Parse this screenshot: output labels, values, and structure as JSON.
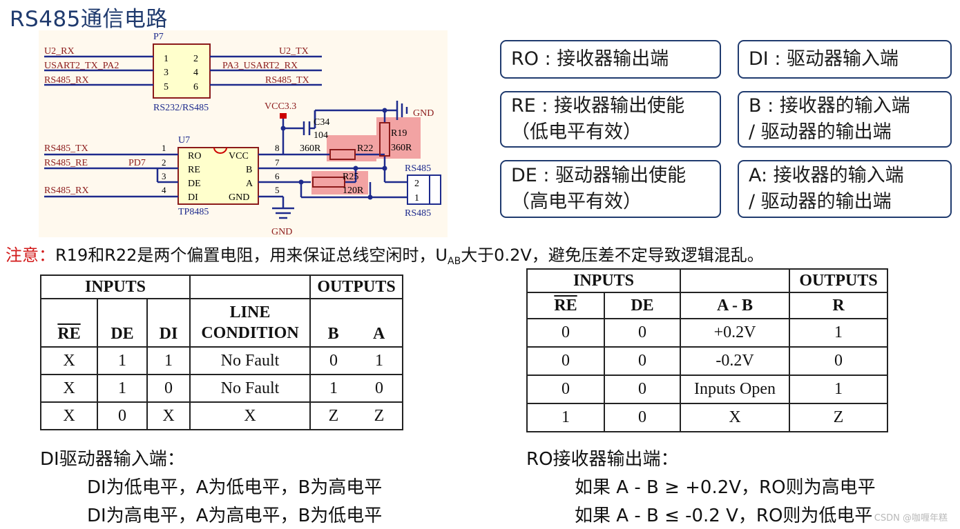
{
  "title": "RS485通信电路",
  "schematic": {
    "p7": {
      "ref": "P7",
      "name": "RS232/RS485",
      "pins": [
        "1",
        "2",
        "3",
        "4",
        "5",
        "6"
      ],
      "left_nets": [
        "U2_RX",
        "USART2_TX_PA2",
        "RS485_RX"
      ],
      "right_nets": [
        "U2_TX",
        "PA3_USART2_RX",
        "RS485_TX"
      ]
    },
    "u7": {
      "ref": "U7",
      "part": "TP8485",
      "left_pins": [
        "RO",
        "RE",
        "DE",
        "DI"
      ],
      "right_pins": [
        "VCC",
        "B",
        "A",
        "GND"
      ],
      "left_pin_nums": [
        "1",
        "2",
        "3",
        "4"
      ],
      "right_pin_nums": [
        "8",
        "7",
        "6",
        "5"
      ]
    },
    "nets": {
      "rs485_tx": "RS485_TX",
      "rs485_re": "RS485_RE",
      "pd7": "PD7",
      "rs485_rx": "RS485_RX",
      "vcc": "VCC3.3",
      "gnd": "GND"
    },
    "c34": {
      "ref": "C34",
      "value": "104"
    },
    "r22": {
      "ref": "R22",
      "value": "360R"
    },
    "r19": {
      "ref": "R19",
      "value": "360R"
    },
    "r25": {
      "ref": "R25",
      "value": "120R"
    },
    "connector": {
      "ref": "RS485",
      "name": "RS485",
      "pins": [
        "2",
        "1"
      ]
    }
  },
  "pin_boxes": {
    "ro": [
      "RO : 接收器输出端"
    ],
    "di": [
      "DI : 驱动器输入端"
    ],
    "re": [
      "RE : 接收器输出使能",
      "（低电平有效）"
    ],
    "b": [
      "B : 接收器的输入端",
      "/ 驱动器的输出端"
    ],
    "de": [
      "DE : 驱动器输出使能",
      "（高电平有效）"
    ],
    "a": [
      "A: 接收器的输入端",
      "/ 驱动器的输出端"
    ]
  },
  "note": {
    "label": "注意：",
    "text_before": "R19和R22是两个偏置电阻，用来保证总线空闲时，U",
    "sub": "AB",
    "text_after": "大于0.2V，避免压差不定导致逻辑混乱。"
  },
  "driver_table": {
    "inputs_header": "INPUTS",
    "outputs_header": "OUTPUTS",
    "col_re": "RE",
    "col_de": "DE",
    "col_di": "DI",
    "col_line_1": "LINE",
    "col_line_2": "CONDITION",
    "col_b": "B",
    "col_a": "A",
    "rows": [
      [
        "X",
        "1",
        "1",
        "No Fault",
        "0",
        "1"
      ],
      [
        "X",
        "1",
        "0",
        "No Fault",
        "1",
        "0"
      ],
      [
        "X",
        "0",
        "X",
        "X",
        "Z",
        "Z"
      ]
    ]
  },
  "receiver_table": {
    "inputs_header": "INPUTS",
    "outputs_header": "OUTPUTS",
    "col_re": "RE",
    "col_de": "DE",
    "col_ab": "A - B",
    "col_r": "R",
    "rows": [
      [
        "0",
        "0",
        "+0.2V",
        "1"
      ],
      [
        "0",
        "0",
        "-0.2V",
        "0"
      ],
      [
        "0",
        "0",
        "Inputs Open",
        "1"
      ],
      [
        "1",
        "0",
        "X",
        "Z"
      ]
    ]
  },
  "di_explain": {
    "heading": "DI驱动器输入端：",
    "line1": "DI为低电平，A为低电平，B为高电平",
    "line2": "DI为高电平，A为高电平，B为低电平"
  },
  "ro_explain": {
    "heading": "RO接收器输出端：",
    "line1": "如果 A - B ≥ +0.2V，RO则为高电平",
    "line2": "如果 A - B ≤ -0.2  V，RO则为低电平"
  },
  "watermark": "CSDN @咖喱年糕",
  "colors": {
    "wire": "#1d2a8c",
    "net": "#8b1a1a",
    "highlight": "#f2a3a3",
    "box_border": "#1f3a6e",
    "note_red": "#d21a1a"
  }
}
